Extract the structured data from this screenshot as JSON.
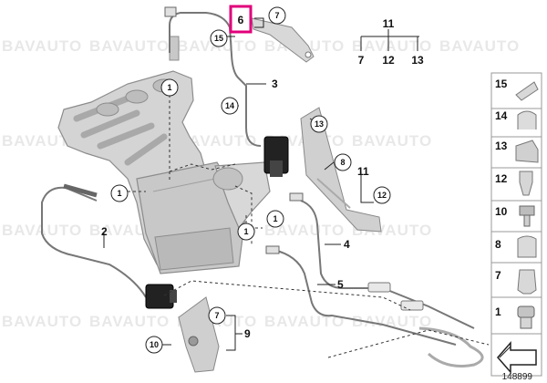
{
  "watermark": "BAVAUTO",
  "highlight_color": "#e0007a",
  "callouts": {
    "c1": "1",
    "c2": "2",
    "c3": "3",
    "c4": "4",
    "c5": "5",
    "c6": "6",
    "c7": "7",
    "c7b": "7",
    "c8": "8",
    "c9": "9",
    "c10": "10",
    "c11": "11",
    "c12": "12",
    "c13": "13",
    "c14": "14",
    "c15": "15"
  },
  "group": {
    "top": "11",
    "left": "7",
    "mid": "12",
    "right": "13"
  },
  "side_parts": [
    "15",
    "14",
    "13",
    "12",
    "10",
    "8",
    "7",
    "1"
  ],
  "diagram_ref": "148899"
}
